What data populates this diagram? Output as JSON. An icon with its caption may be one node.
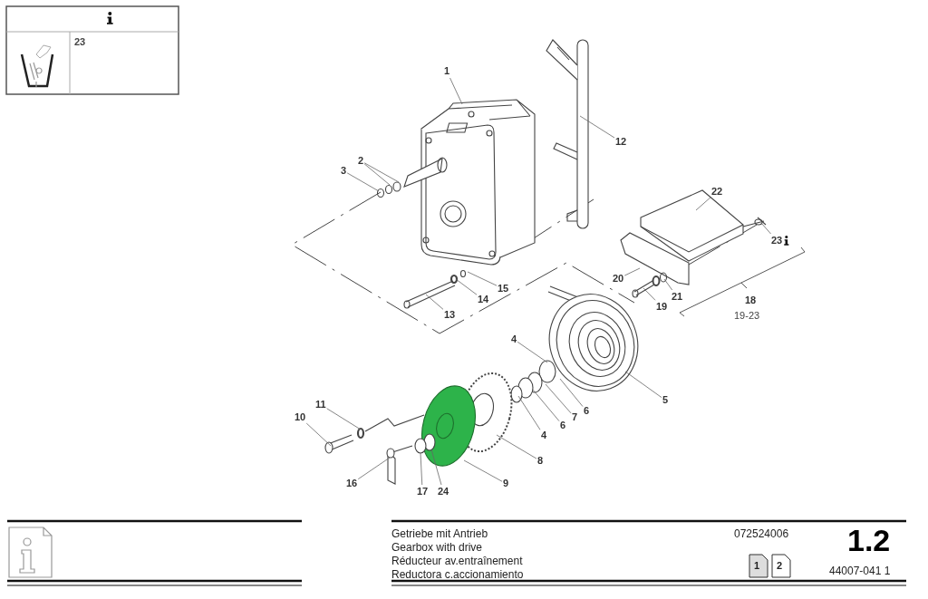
{
  "diagram": {
    "nodes": [
      {
        "text": [
          "1"
        ]
      },
      {
        "text": [
          "12"
        ]
      },
      {
        "text": [
          "2"
        ]
      },
      {
        "text": [
          "3"
        ]
      },
      {
        "text": [
          "22"
        ]
      },
      {
        "text": [
          "23"
        ]
      },
      {
        "text": [
          "20"
        ]
      },
      {
        "text": [
          "15"
        ]
      },
      {
        "text": [
          "14"
        ]
      },
      {
        "text": [
          "21"
        ]
      },
      {
        "text": [
          "18"
        ],
        "beside": [
          "19-23"
        ]
      },
      {
        "text": [
          "19"
        ]
      },
      {
        "text": [
          "13"
        ]
      },
      {
        "text": [
          "4"
        ]
      },
      {
        "text": [
          "5"
        ]
      },
      {
        "text": [
          "11"
        ]
      },
      {
        "text": [
          "6"
        ]
      },
      {
        "text": [
          "10"
        ]
      },
      {
        "text": [
          "7"
        ]
      },
      {
        "text": [
          "6"
        ]
      },
      {
        "text": [
          "4"
        ]
      },
      {
        "text": [
          "8"
        ]
      },
      {
        "text": [
          "16"
        ]
      },
      {
        "text": [
          "9"
        ]
      },
      {
        "text": [
          "17"
        ]
      },
      {
        "text": [
          "24"
        ]
      }
    ],
    "edges": [
      {
        "from": 0,
        "to": null,
        "arrow": "none"
      },
      {
        "from": 1,
        "to": null,
        "arrow": "none"
      },
      {
        "from": 2,
        "to": null,
        "arrow": "none"
      },
      {
        "from": 2,
        "to": null,
        "arrow": "none"
      },
      {
        "from": 3,
        "to": null,
        "arrow": "none"
      },
      {
        "from": 4,
        "to": null,
        "arrow": "none"
      },
      {
        "from": 5,
        "to": null,
        "arrow": "none"
      },
      {
        "from": 6,
        "to": null,
        "arrow": "none"
      },
      {
        "from": 7,
        "to": null,
        "arrow": "none"
      },
      {
        "from": 8,
        "to": null,
        "arrow": "none"
      },
      {
        "from": 9,
        "to": null,
        "arrow": "none"
      },
      {
        "from": 11,
        "to": null,
        "arrow": "none"
      },
      {
        "from": 12,
        "to": null,
        "arrow": "none"
      },
      {
        "from": 13,
        "to": null,
        "arrow": "none"
      },
      {
        "from": 14,
        "to": null,
        "arrow": "none"
      },
      {
        "from": 15,
        "to": null,
        "arrow": "none"
      },
      {
        "from": 16,
        "to": null,
        "arrow": "none"
      },
      {
        "from": 17,
        "to": null,
        "arrow": "none"
      },
      {
        "from": 18,
        "to": null,
        "arrow": "none"
      },
      {
        "from": 19,
        "to": null,
        "arrow": "none"
      },
      {
        "from": 20,
        "to": null,
        "arrow": "none"
      },
      {
        "from": 21,
        "to": null,
        "arrow": "none"
      },
      {
        "from": 22,
        "to": null,
        "arrow": "none"
      },
      {
        "from": 23,
        "to": null,
        "arrow": "none"
      },
      {
        "from": 24,
        "to": null,
        "arrow": "none"
      },
      {
        "from": 25,
        "to": null,
        "arrow": "none"
      }
    ],
    "labels": [
      "23",
      "Getriebe mit Antrieb",
      "Gearbox with drive",
      "Réducteur av.entraînement",
      "Reductora c.accionamiento",
      "072524006",
      "1",
      "2",
      "1.2",
      "44007-041 1"
    ]
  }
}
